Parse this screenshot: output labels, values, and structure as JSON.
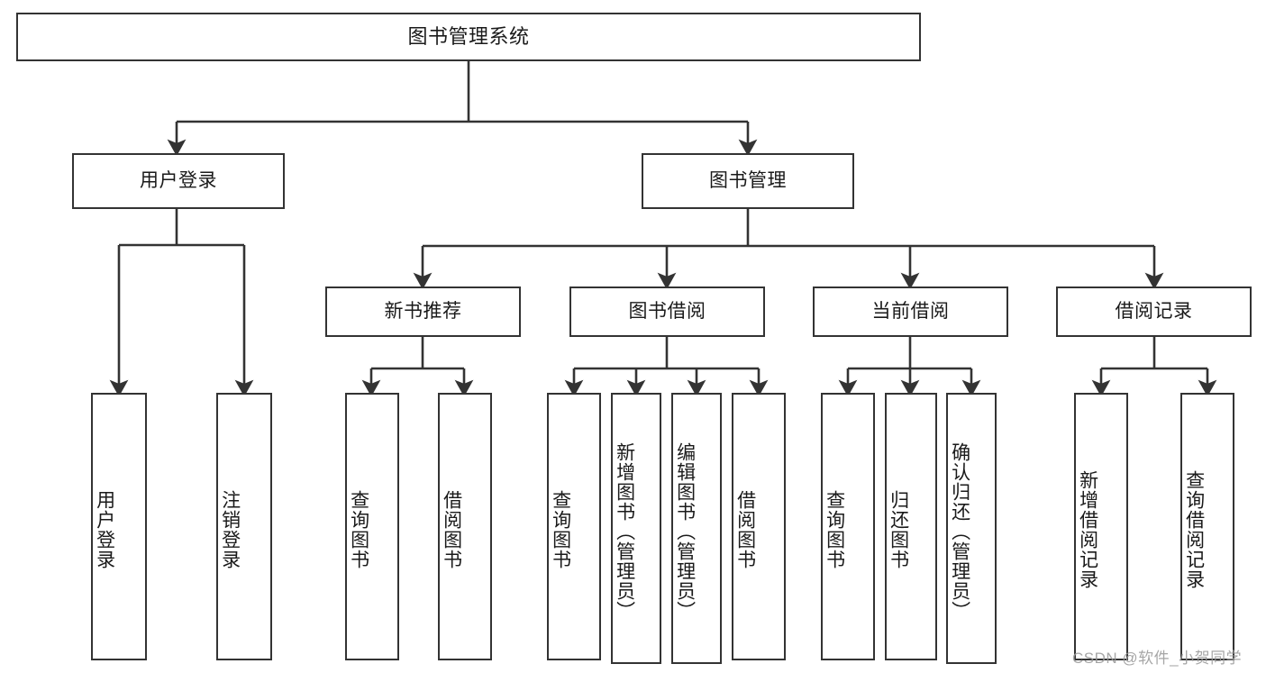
{
  "diagram": {
    "title": "图书管理系统",
    "type": "tree-hierarchy",
    "nodes": {
      "root": {
        "label": "图书管理系统"
      },
      "level2": [
        {
          "id": "user-login",
          "label": "用户登录"
        },
        {
          "id": "book-management",
          "label": "图书管理"
        }
      ],
      "level3": [
        {
          "id": "new-book-recommend",
          "label": "新书推荐",
          "parent": "book-management"
        },
        {
          "id": "book-borrow",
          "label": "图书借阅",
          "parent": "book-management"
        },
        {
          "id": "current-borrow",
          "label": "当前借阅",
          "parent": "book-management"
        },
        {
          "id": "borrow-record",
          "label": "借阅记录",
          "parent": "book-management"
        }
      ],
      "leaves": [
        {
          "id": "leaf-user-login",
          "label": "用户登录",
          "parent": "user-login"
        },
        {
          "id": "leaf-logout-login",
          "label": "注销登录",
          "parent": "user-login"
        },
        {
          "id": "leaf-query-book-1",
          "label": "查询图书",
          "parent": "new-book-recommend"
        },
        {
          "id": "leaf-borrow-book-1",
          "label": "借阅图书",
          "parent": "new-book-recommend"
        },
        {
          "id": "leaf-query-book-2",
          "label": "查询图书",
          "parent": "book-borrow"
        },
        {
          "id": "leaf-add-book",
          "label": "新增图书（管理员）",
          "parent": "book-borrow"
        },
        {
          "id": "leaf-edit-book",
          "label": "编辑图书（管理员）",
          "parent": "book-borrow"
        },
        {
          "id": "leaf-borrow-book-2",
          "label": "借阅图书",
          "parent": "book-borrow"
        },
        {
          "id": "leaf-query-book-3",
          "label": "查询图书",
          "parent": "current-borrow"
        },
        {
          "id": "leaf-return-book",
          "label": "归还图书",
          "parent": "current-borrow"
        },
        {
          "id": "leaf-confirm-return",
          "label": "确认归还（管理员）",
          "parent": "current-borrow"
        },
        {
          "id": "leaf-add-record",
          "label": "新增借阅记录",
          "parent": "borrow-record"
        },
        {
          "id": "leaf-query-record",
          "label": "查询借阅记录",
          "parent": "borrow-record"
        }
      ]
    },
    "colors": {
      "stroke": "#333333",
      "fill": "#ffffff",
      "text": "#1a1a1a",
      "watermark": "#9a9a9a"
    }
  },
  "watermark": {
    "text": "CSDN @软件_小贺同学"
  }
}
